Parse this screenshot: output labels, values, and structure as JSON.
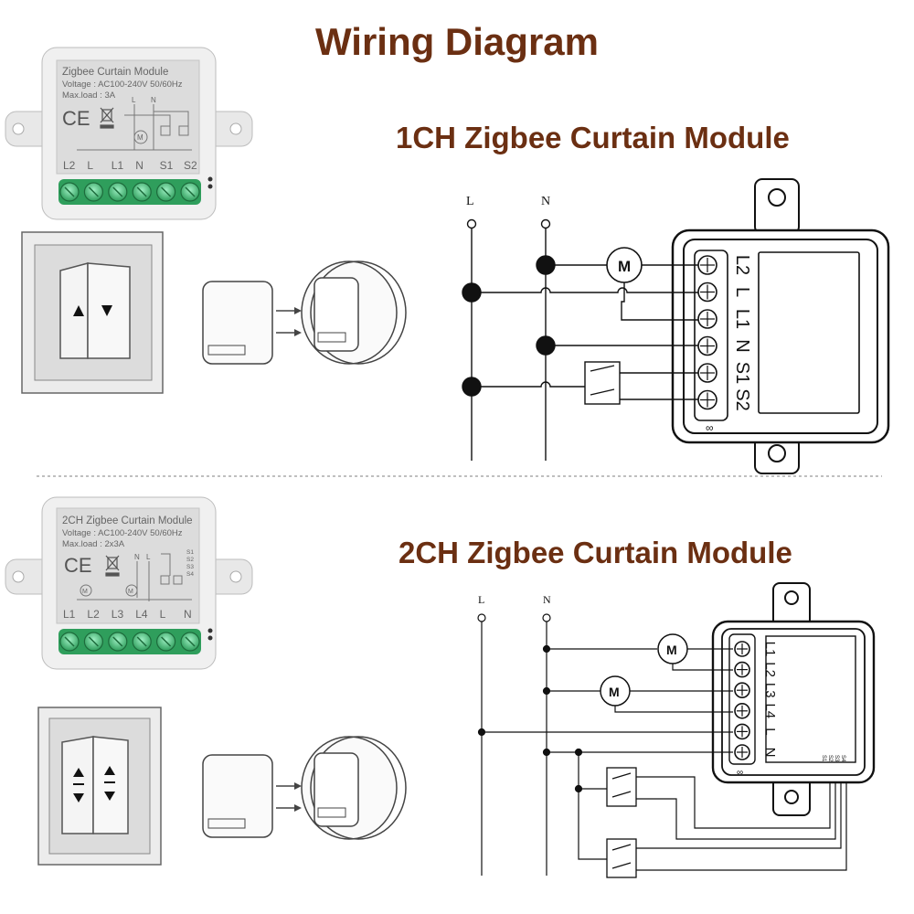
{
  "title": "Wiring Diagram",
  "section1": {
    "heading": "1CH Zigbee Curtain Module",
    "module": {
      "name": "Zigbee Curtain Module",
      "voltage": "Voltage : AC100-240V 50/60Hz",
      "maxload": "Max.load : 3A",
      "terminals": [
        "L2",
        "L",
        "L1",
        "N",
        "S1",
        "S2"
      ],
      "schematic_top": [
        "L",
        "N"
      ]
    },
    "schematic": {
      "line_labels": [
        "L",
        "N"
      ],
      "motor": "M",
      "terminals": [
        "L2",
        "L",
        "L1",
        "N",
        "S1",
        "S2"
      ]
    }
  },
  "section2": {
    "heading": "2CH Zigbee Curtain Module",
    "module": {
      "name": "2CH Zigbee Curtain Module",
      "voltage": "Voltage : AC100-240V 50/60Hz",
      "maxload": "Max.load : 2x3A",
      "terminals": [
        "L1",
        "L2",
        "L3",
        "L4",
        "L",
        "N"
      ],
      "schematic_top": [
        "N",
        "L"
      ],
      "switch_inputs": [
        "S1",
        "S2",
        "S3",
        "S4"
      ]
    },
    "schematic": {
      "line_labels": [
        "L",
        "N"
      ],
      "motors": [
        "M",
        "M"
      ],
      "terminals": [
        "L1",
        "L2",
        "L3",
        "L4",
        "L",
        "N"
      ],
      "side_labels": [
        "S1",
        "S2",
        "S3",
        "S4"
      ]
    }
  },
  "colors": {
    "heading": "#6b2f12",
    "terminal": "#2f9e5c"
  },
  "icons": [
    "up-arrow-icon",
    "down-arrow-icon",
    "ce-mark-icon",
    "weee-bin-icon",
    "motor-icon"
  ]
}
